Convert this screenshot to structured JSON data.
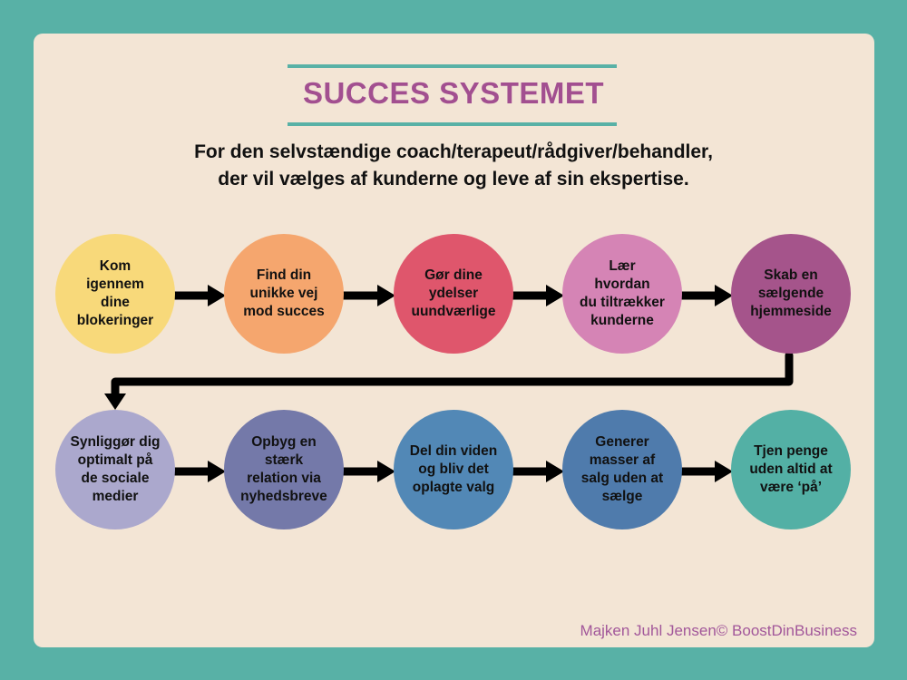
{
  "title": "SUCCES SYSTEMET",
  "subtitle": [
    "For den selvstændige coach/terapeut/rådgiver/behandler,",
    "der vil vælges af kunderne og leve af sin ekspertise."
  ],
  "steps": [
    {
      "label": "Kom\nigennem\ndine\nblokeringer",
      "color": "#f8d97a"
    },
    {
      "label": "Find din\nunikke vej\nmod succes",
      "color": "#f5a66e"
    },
    {
      "label": "Gør dine\nydelser\nuundværlige",
      "color": "#df566c"
    },
    {
      "label": "Lær\nhvordan\ndu tiltrækker\nkunderne",
      "color": "#d584b5"
    },
    {
      "label": "Skab en\nsælgende\nhjemmeside",
      "color": "#a5548b"
    },
    {
      "label": "Synliggør dig\noptimalt på\nde sociale\nmedier",
      "color": "#aba8cd"
    },
    {
      "label": "Opbyg en\nstærk\nrelation via\nnyhedsbreve",
      "color": "#7479a9"
    },
    {
      "label": "Del din viden\nog bliv det\noplagte valg",
      "color": "#5288b6"
    },
    {
      "label": "Generer\nmasser af\nsalg uden at\nsælge",
      "color": "#4f7bac"
    },
    {
      "label": "Tjen penge\nuden altid at\nvære ‘på’",
      "color": "#53b0a5"
    }
  ],
  "credit": "Majken Juhl Jensen© BoostDinBusiness"
}
